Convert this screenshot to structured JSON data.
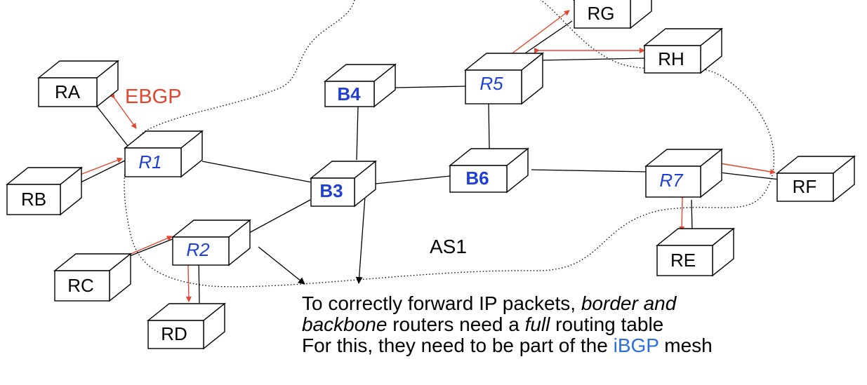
{
  "routers": {
    "RA": "RA",
    "RB": "RB",
    "RC": "RC",
    "RD": "RD",
    "RE": "RE",
    "RF": "RF",
    "RG": "RG",
    "RH": "RH",
    "R1": "R1",
    "R2": "R2",
    "R5": "R5",
    "R7": "R7",
    "B3": "B3",
    "B4": "B4",
    "B6": "B6"
  },
  "labels": {
    "ebgp": "EBGP",
    "as": "AS1"
  },
  "caption": {
    "line1_pre": "To correctly forward IP packets, ",
    "line1_em": "border and",
    "line2_em": "backbone",
    "line2_mid": " routers need a ",
    "line2_em2": "full",
    "line2_post": " routing table",
    "line3_pre": "For this, they need to be part of the ",
    "line3_hl": "iBGP",
    "line3_post": " mesh"
  },
  "colors": {
    "ebgp_arrow": "#e2462d",
    "internal_router_text": "#1f3fd6",
    "ibgp_text": "#2a6fdb"
  }
}
